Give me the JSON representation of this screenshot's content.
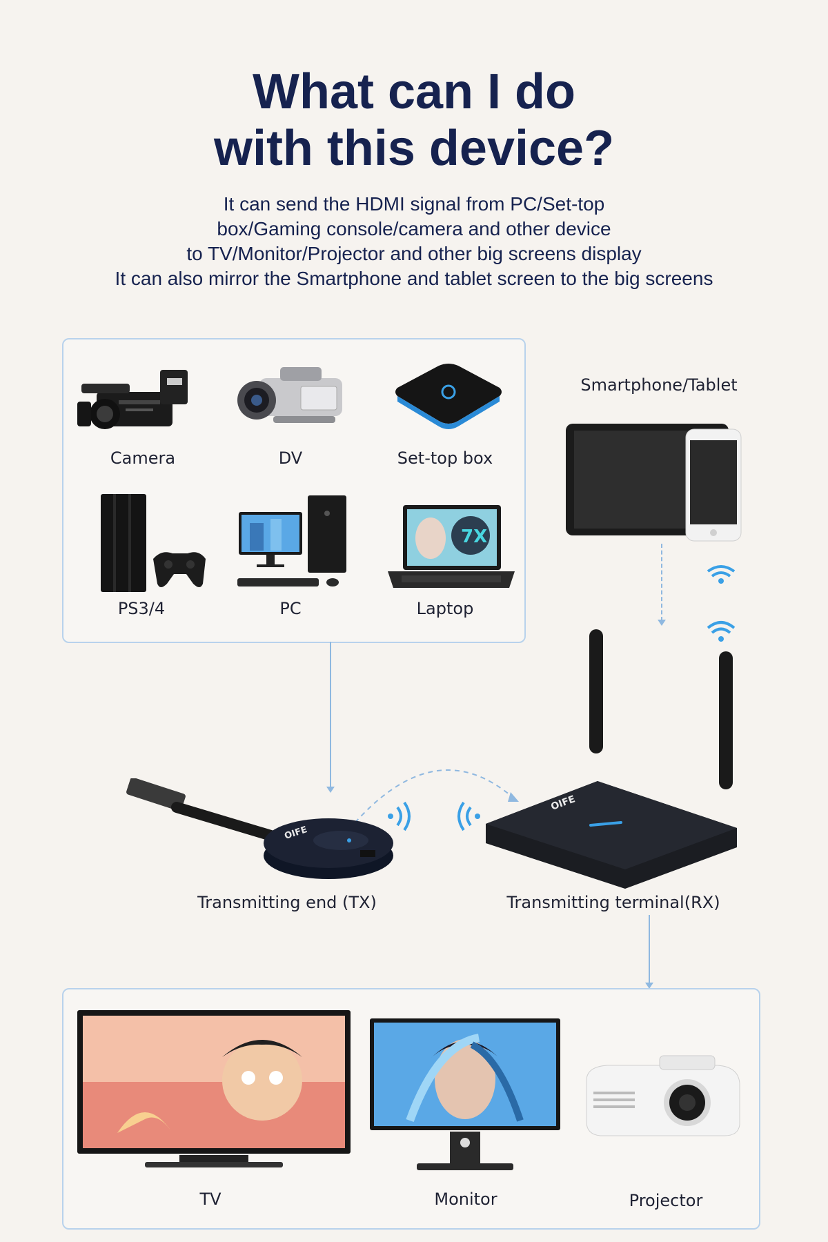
{
  "heading": {
    "line1": "What can I do",
    "line2": "with this device?"
  },
  "description": {
    "line1": "It can send the HDMI signal from PC/Set-top",
    "line2": "box/Gaming console/camera and other device",
    "line3": "to TV/Monitor/Projector and other big screens display",
    "line4": "It can also mirror the Smartphone and tablet screen to the big screens"
  },
  "sources": [
    {
      "label": "Camera",
      "icon": "camera-icon"
    },
    {
      "label": "DV",
      "icon": "dv-camcorder-icon"
    },
    {
      "label": "Set-top box",
      "icon": "set-top-box-icon"
    },
    {
      "label": "PS3/4",
      "icon": "game-console-icon"
    },
    {
      "label": "PC",
      "icon": "pc-icon"
    },
    {
      "label": "Laptop",
      "icon": "laptop-icon"
    }
  ],
  "mobile": {
    "label": "Smartphone/Tablet"
  },
  "transmitter": {
    "label": "Transmitting end (TX)",
    "brand": "OIFE"
  },
  "receiver": {
    "label": "Transmitting terminal(RX)",
    "brand": "OIFE"
  },
  "displays": [
    {
      "label": "TV",
      "icon": "tv-icon"
    },
    {
      "label": "Monitor",
      "icon": "monitor-icon"
    },
    {
      "label": "Projector",
      "icon": "projector-icon"
    }
  ],
  "colors": {
    "title": "#16224f",
    "accent": "#3aa0e6",
    "panel_border": "#b8d2ec",
    "background": "#f6f3ef"
  }
}
